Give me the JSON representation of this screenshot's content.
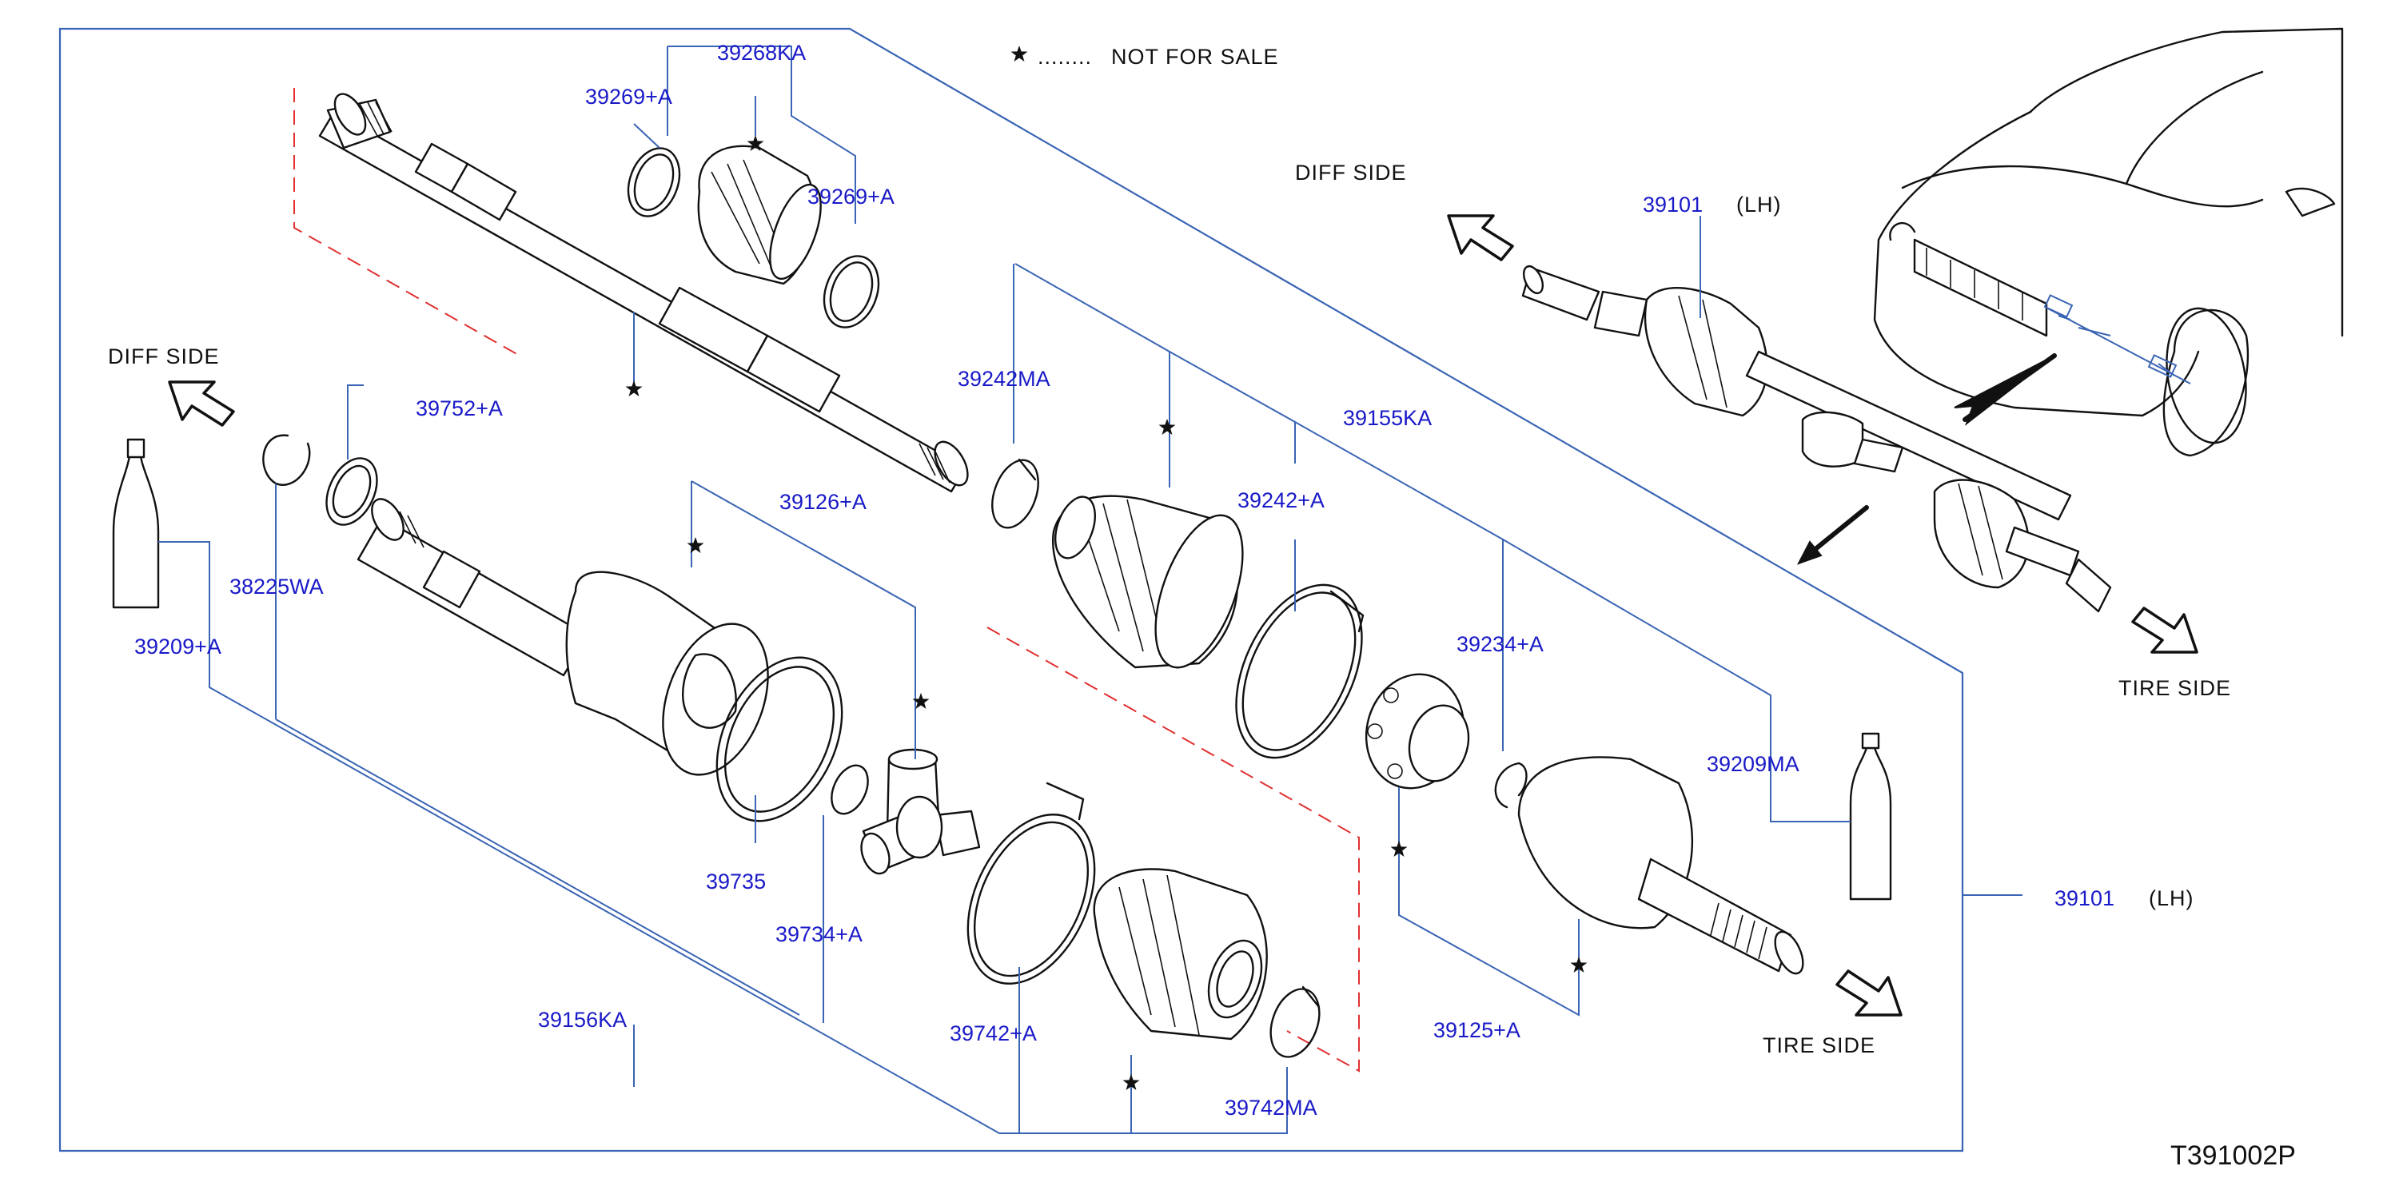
{
  "legend": {
    "star": "★",
    "dots": "........",
    "text": "NOT   FOR   SALE"
  },
  "directions": {
    "diff_side": "DIFF   SIDE",
    "tire_side": "TIRE   SIDE"
  },
  "side_lh": "(LH)",
  "diagram_code": "T391002P",
  "parts": {
    "p39268KA": "39268KA",
    "p39269A_top": "39269+A",
    "p39269A_right": "39269+A",
    "p39752A": "39752+A",
    "p38225WA": "38225WA",
    "p39209A": "39209+A",
    "p39242MA": "39242MA",
    "p39155KA": "39155KA",
    "p39242A": "39242+A",
    "p39126A": "39126+A",
    "p39234A": "39234+A",
    "p39209MA": "39209MA",
    "p39101_top": "39101",
    "p39101_right": "39101",
    "p39735": "39735",
    "p39734A": "39734+A",
    "p39156KA": "39156KA",
    "p39742A": "39742+A",
    "p39742MA": "39742MA",
    "p39125A": "39125+A"
  },
  "colors": {
    "part_number": "#1a1ac8",
    "leader_line": "#3a64b4",
    "dashed_line": "#e03030",
    "ink": "#111111"
  }
}
